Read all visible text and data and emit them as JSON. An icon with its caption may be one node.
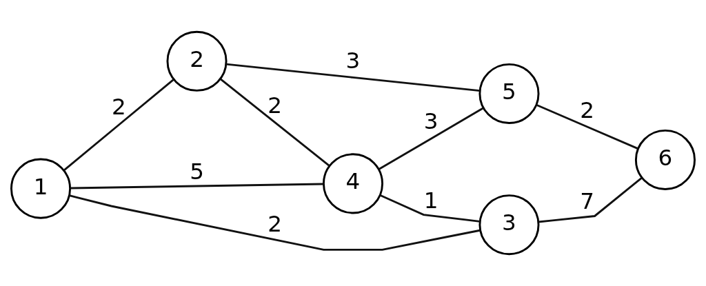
{
  "diagram": {
    "nodes": [
      {
        "text": [
          "1"
        ]
      },
      {
        "text": [
          "2"
        ]
      },
      {
        "text": [
          "3"
        ]
      },
      {
        "text": [
          "4"
        ]
      },
      {
        "text": [
          "5"
        ]
      },
      {
        "text": [
          "6"
        ]
      }
    ],
    "edges": [
      {
        "from": 0,
        "to": 1,
        "arrow": "none",
        "label": "2"
      },
      {
        "from": 0,
        "to": 3,
        "arrow": "none",
        "label": "5"
      },
      {
        "from": 0,
        "to": 2,
        "arrow": "none",
        "label": "2"
      },
      {
        "from": 1,
        "to": 3,
        "arrow": "none",
        "label": "2"
      },
      {
        "from": 1,
        "to": 4,
        "arrow": "none",
        "label": "3"
      },
      {
        "from": 3,
        "to": 4,
        "arrow": "none",
        "label": "3"
      },
      {
        "from": 3,
        "to": 2,
        "arrow": "none",
        "label": "1"
      },
      {
        "from": 4,
        "to": 5,
        "arrow": "none",
        "label": "2"
      },
      {
        "from": 2,
        "to": 5,
        "arrow": "none",
        "label": "7"
      }
    ]
  }
}
